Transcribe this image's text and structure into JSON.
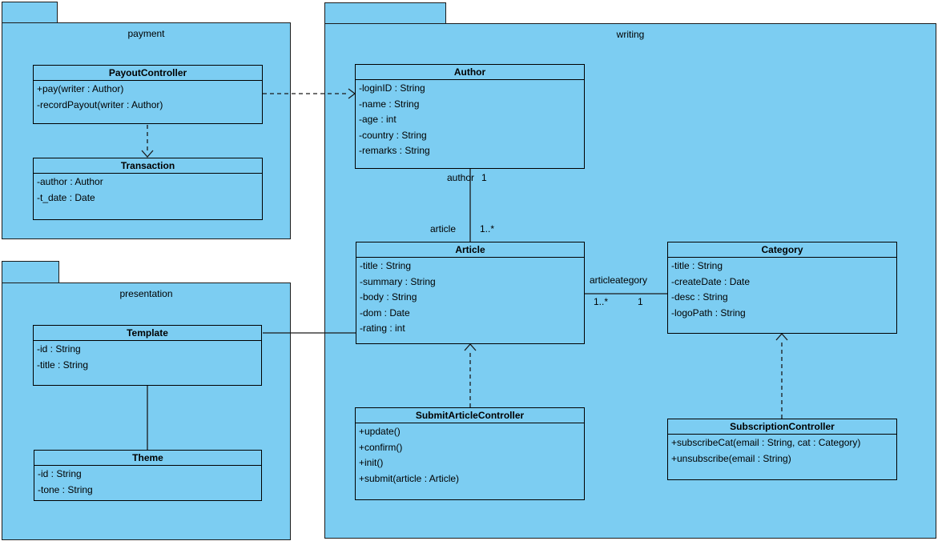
{
  "diagram": {
    "type": "uml-class-diagram",
    "colors": {
      "shape_fill": "#7CCDF2",
      "border": "#1b1b1b",
      "background": "#ffffff",
      "text": "#000000"
    },
    "packages": [
      {
        "id": "payment",
        "label": "payment",
        "classes": [
          {
            "name": "PayoutController",
            "members": [
              "+pay(writer : Author)",
              "-recordPayout(writer : Author)"
            ]
          },
          {
            "name": "Transaction",
            "members": [
              "-author : Author",
              "-t_date : Date"
            ]
          }
        ]
      },
      {
        "id": "writing",
        "label": "writing",
        "classes": [
          {
            "name": "Author",
            "members": [
              "-loginID : String",
              "-name : String",
              "-age : int",
              "-country : String",
              "-remarks : String"
            ]
          },
          {
            "name": "Article",
            "members": [
              "-title : String",
              "-summary : String",
              "-body : String",
              "-dom : Date",
              "-rating : int"
            ]
          },
          {
            "name": "Category",
            "members": [
              "-title : String",
              "-createDate : Date",
              "-desc : String",
              "-logoPath : String"
            ]
          },
          {
            "name": "SubmitArticleController",
            "members": [
              "+update()",
              "+confirm()",
              "+init()",
              "+submit(article : Article)"
            ]
          },
          {
            "name": "SubscriptionController",
            "members": [
              "+subscribeCat(email : String, cat : Category)",
              "+unsubscribe(email : String)"
            ]
          }
        ]
      },
      {
        "id": "presentation",
        "label": "presentation",
        "classes": [
          {
            "name": "Template",
            "members": [
              "-id : String",
              "-title : String"
            ]
          },
          {
            "name": "Theme",
            "members": [
              "-id : String",
              "-tone : String"
            ]
          }
        ]
      }
    ],
    "relationships": [
      {
        "type": "dependency",
        "from": "PayoutController",
        "to": "Author",
        "line": "dashed-open-arrow"
      },
      {
        "type": "dependency",
        "from": "PayoutController",
        "to": "Transaction",
        "line": "dashed-open-arrow"
      },
      {
        "type": "association",
        "from": "Author",
        "to": "Article",
        "from_role": "author",
        "from_mult": "1",
        "to_role": "article",
        "to_mult": "1..*"
      },
      {
        "type": "association",
        "from": "Article",
        "to": "Category",
        "name": "articleategory",
        "from_mult": "1..*",
        "to_mult": "1"
      },
      {
        "type": "association",
        "from": "Template",
        "to": "Article"
      },
      {
        "type": "association",
        "from": "Template",
        "to": "Theme"
      },
      {
        "type": "dependency",
        "from": "SubmitArticleController",
        "to": "Article",
        "line": "dashed-open-arrow"
      },
      {
        "type": "dependency",
        "from": "SubscriptionController",
        "to": "Category",
        "line": "dashed-open-arrow"
      }
    ]
  }
}
